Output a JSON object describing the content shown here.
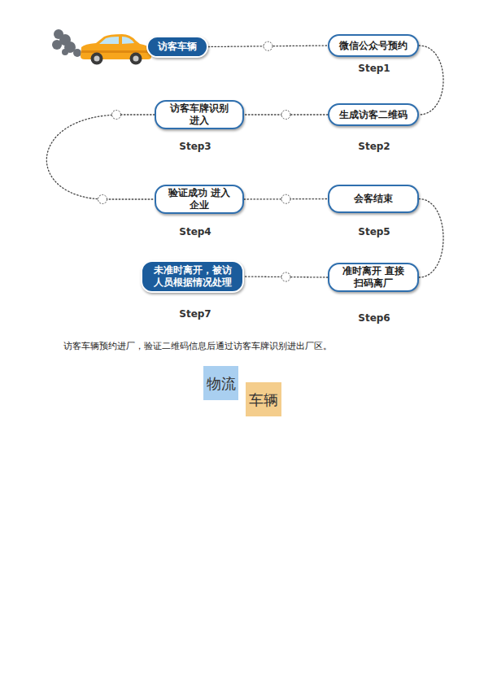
{
  "diagram": {
    "caption": "访客车辆预约进厂，验证二维码信息后通过访客车牌识别进出厂区。",
    "nodes": [
      {
        "text": [
          "访客车辆"
        ]
      },
      {
        "text": [
          "微信公众号预约"
        ]
      },
      {
        "text": [
          "生成访客二维码"
        ]
      },
      {
        "text": [
          "访客车牌识别 进入"
        ]
      },
      {
        "text": [
          "验证成功 进入企业"
        ]
      },
      {
        "text": [
          "会客结束"
        ]
      },
      {
        "text": [
          "准时离开 直接扫码离厂"
        ]
      },
      {
        "text": [
          "未准时离开，被访 人员根据情况处理"
        ]
      },
      {
        "text": [
          "物流"
        ]
      },
      {
        "text": [
          "车辆"
        ]
      }
    ],
    "edges": [
      {
        "from": 0,
        "to": 1,
        "arrow": "none"
      },
      {
        "from": 1,
        "to": 2,
        "arrow": "none"
      },
      {
        "from": 2,
        "to": 3,
        "arrow": "none"
      },
      {
        "from": 3,
        "to": 4,
        "arrow": "none"
      },
      {
        "from": 4,
        "to": 5,
        "arrow": "none"
      },
      {
        "from": 5,
        "to": 6,
        "arrow": "none"
      },
      {
        "from": 6,
        "to": 7,
        "arrow": "none"
      }
    ],
    "labels": [
      "Step1",
      "Step2",
      "Step3",
      "Step4",
      "Step5",
      "Step6",
      "Step7"
    ]
  }
}
